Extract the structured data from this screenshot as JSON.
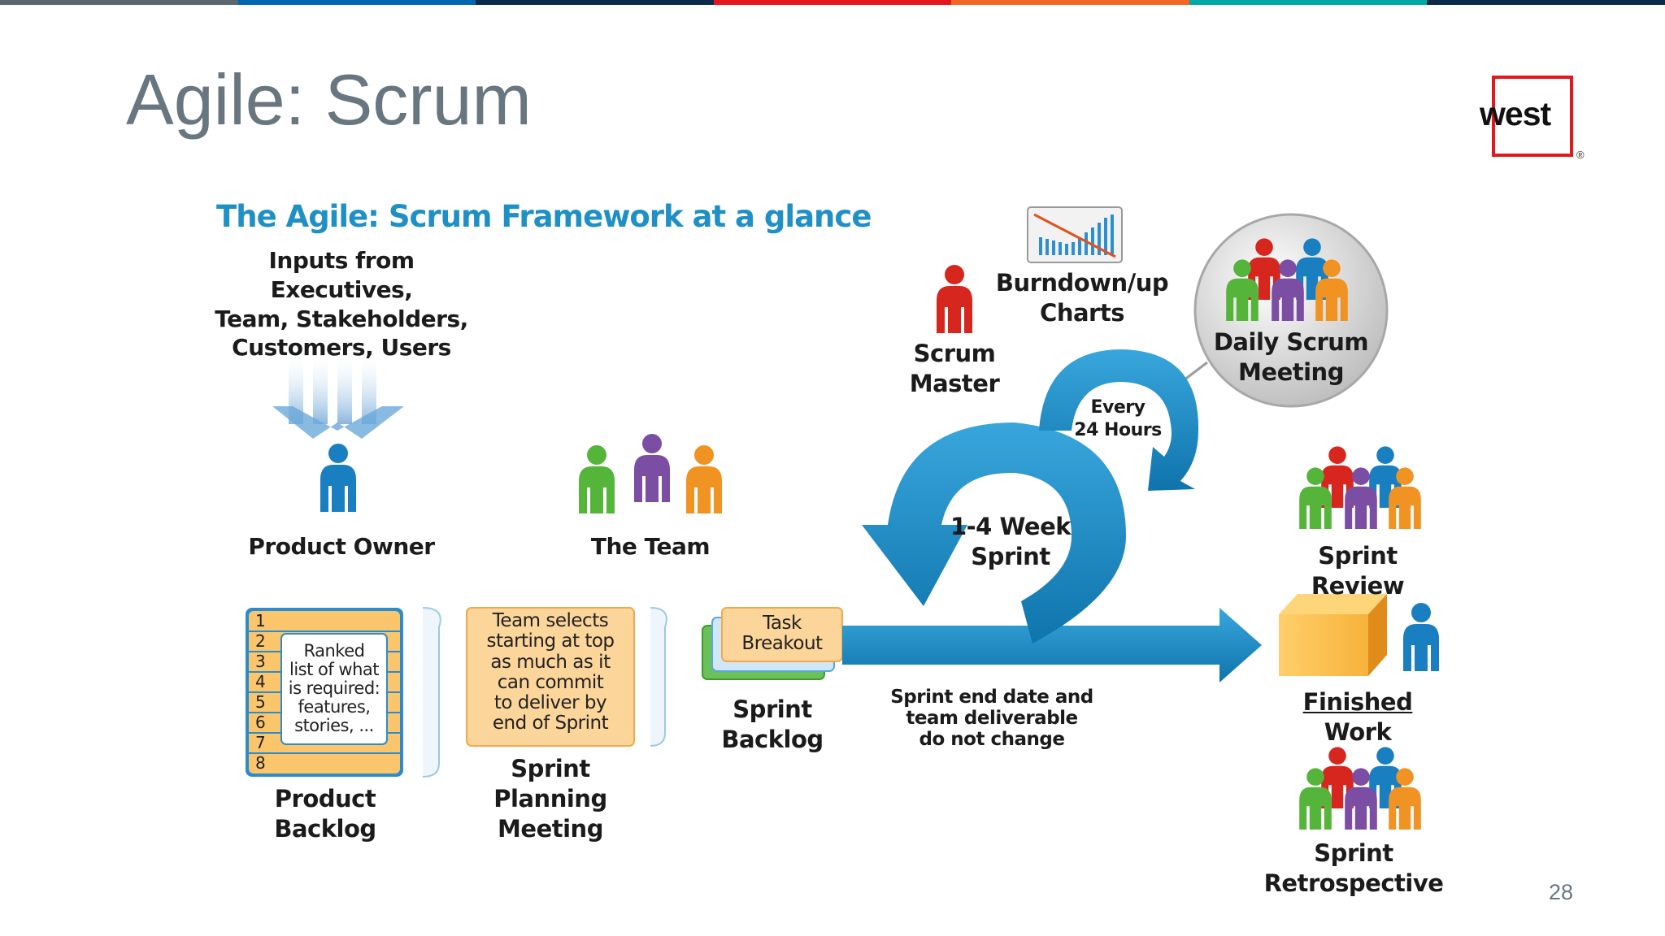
{
  "slide": {
    "title": "Agile: Scrum",
    "page_number": "28",
    "logo_text": "west",
    "logo_mark": "®",
    "top_bar_colors": [
      "#5a6670",
      "#0067b1",
      "#0b2a4a",
      "#e4161e",
      "#f26722",
      "#00a9a5",
      "#0b2a4a"
    ]
  },
  "diagram": {
    "title": "The Agile: Scrum Framework at a glance",
    "inputs": {
      "line1": "Inputs from Executives,",
      "line2": "Team, Stakeholders,",
      "line3": "Customers, Users"
    },
    "product_owner": "Product Owner",
    "the_team": "The Team",
    "product_backlog": {
      "line1": "Product",
      "line2": "Backlog",
      "rows": [
        "1",
        "2",
        "3",
        "4",
        "5",
        "6",
        "7",
        "8"
      ],
      "note": [
        "Ranked",
        "list of what",
        "is required:",
        "features,",
        "stories, ..."
      ]
    },
    "sprint_planning": {
      "line1": "Sprint",
      "line2": "Planning",
      "line3": "Meeting",
      "note": [
        "Team selects",
        "starting at top",
        "as much as it",
        "can commit",
        "to deliver by",
        "end of Sprint"
      ]
    },
    "sprint_backlog": {
      "line1": "Sprint",
      "line2": "Backlog",
      "note": [
        "Task",
        "Breakout"
      ]
    },
    "sprint_cycle": {
      "line1": "1-4 Week",
      "line2": "Sprint"
    },
    "daily_cycle": {
      "line1": "Every",
      "line2": "24 Hours"
    },
    "sprint_note": [
      "Sprint end date and",
      "team deliverable",
      "do not change"
    ],
    "scrum_master": {
      "line1": "Scrum",
      "line2": "Master"
    },
    "burndown": {
      "line1": "Burndown/up",
      "line2": "Charts"
    },
    "daily_scrum": {
      "line1": "Daily Scrum",
      "line2": "Meeting"
    },
    "sprint_review": "Sprint Review",
    "finished_work": {
      "word1": "Finished",
      "word2": "Work"
    },
    "sprint_retro": {
      "line1": "Sprint",
      "line2": "Retrospective"
    }
  },
  "colors": {
    "blue": "#1f90c6",
    "red": "#e4161e",
    "orange_note": "#fcd59a",
    "person_blue": "#1a7fc0",
    "person_red": "#d7261e",
    "person_green": "#55b43a",
    "person_purple": "#7b4ea3",
    "person_orange": "#f19322"
  }
}
